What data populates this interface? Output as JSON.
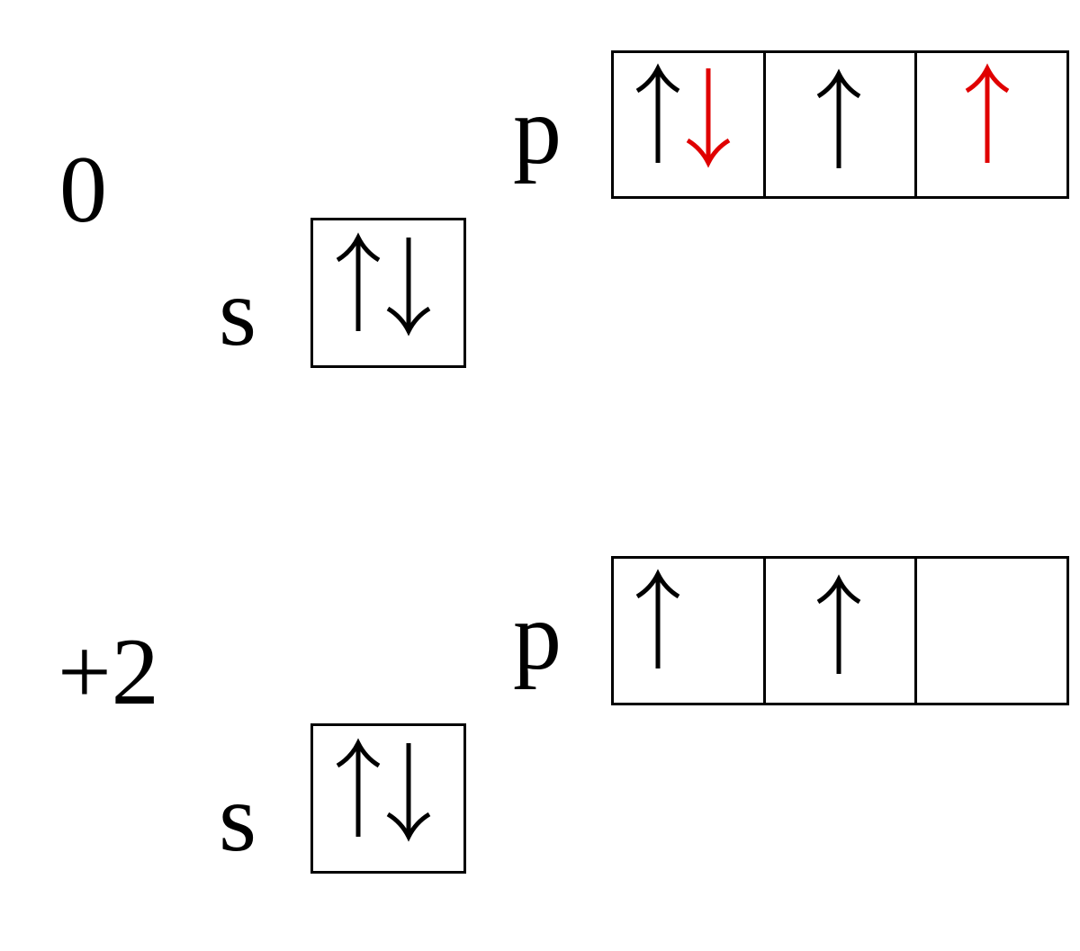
{
  "colors": {
    "ink": "#000000",
    "highlight": "#e00000"
  },
  "states": [
    {
      "charge": "0",
      "s_label": "s",
      "p_label": "p",
      "s_box": {
        "electrons": [
          {
            "spin": "up",
            "color": "black"
          },
          {
            "spin": "down",
            "color": "black"
          }
        ]
      },
      "p_boxes": [
        {
          "electrons": [
            {
              "spin": "up",
              "color": "black"
            },
            {
              "spin": "down",
              "color": "red"
            }
          ]
        },
        {
          "electrons": [
            {
              "spin": "up",
              "color": "black"
            }
          ]
        },
        {
          "electrons": [
            {
              "spin": "up",
              "color": "red"
            }
          ]
        }
      ]
    },
    {
      "charge": "+2",
      "s_label": "s",
      "p_label": "p",
      "s_box": {
        "electrons": [
          {
            "spin": "up",
            "color": "black"
          },
          {
            "spin": "down",
            "color": "black"
          }
        ]
      },
      "p_boxes": [
        {
          "electrons": [
            {
              "spin": "up",
              "color": "black"
            }
          ]
        },
        {
          "electrons": [
            {
              "spin": "up",
              "color": "black"
            }
          ]
        },
        {
          "electrons": []
        }
      ]
    }
  ]
}
